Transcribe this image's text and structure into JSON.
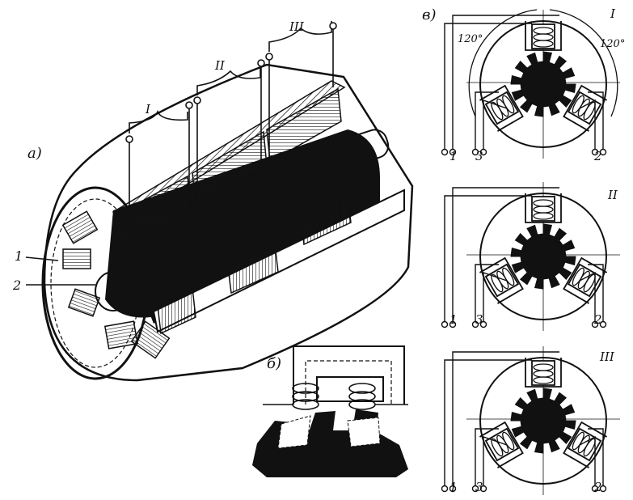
{
  "part_a": {
    "label": "а)",
    "section_labels": [
      "I",
      "II",
      "III"
    ],
    "callouts": [
      "1",
      "2"
    ]
  },
  "part_b": {
    "label": "б)"
  },
  "part_v": {
    "label": "в)",
    "angle_left": "120°",
    "angle_right": "120°",
    "panels": [
      {
        "roman": "I",
        "terminals": [
          "1",
          "3",
          "2"
        ]
      },
      {
        "roman": "II",
        "terminals": [
          "1",
          "3",
          "2"
        ]
      },
      {
        "roman": "III",
        "terminals": [
          "1",
          "3",
          "2"
        ]
      }
    ]
  }
}
